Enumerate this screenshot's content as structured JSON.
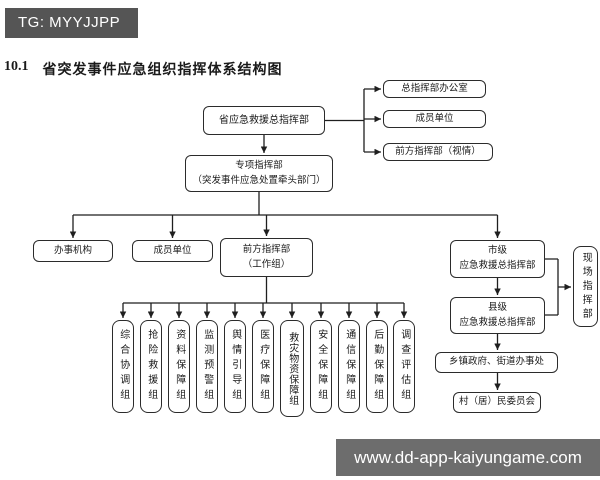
{
  "colors": {
    "banner_top_bg": "#555555",
    "banner_bottom_bg": "#6d6d6d",
    "line": "#1f1f1f",
    "box_border": "#2b2b2b",
    "text_color": "#1a1a1a"
  },
  "banner_top": "TG: MYYJJPP",
  "banner_bottom": "www.dd-app-kaiyungame.com",
  "title": {
    "number": "10.1",
    "text": "省突发事件应急组织指挥体系结构图"
  },
  "nodes": {
    "provincial_hq": "省应急救援总指挥部",
    "hq_office": "总指挥部办公室",
    "member_units_top": "成员单位",
    "forward_hq_standby": "前方指挥部（视情）",
    "special_hq": "专项指挥部\n（突发事件应急处置牵头部门）",
    "admin_office": "办事机构",
    "member_units": "成员单位",
    "forward_hq_workgroup": "前方指挥部\n（工作组）",
    "city_hq": "市级\n应急救援总指挥部",
    "county_hq": "县级\n应急救援总指挥部",
    "township_gov": "乡镇政府、街道办事处",
    "village_committee": "村（居）民委员会",
    "onsite_hq": "现场指挥部"
  },
  "work_groups": [
    "综合协调组",
    "抢险救援组",
    "资料保障组",
    "监测预警组",
    "舆情引导组",
    "医疗保障组",
    "救灾物资保障组",
    "安全保障组",
    "通信保障组",
    "后勤保障组",
    "调查评估组"
  ]
}
